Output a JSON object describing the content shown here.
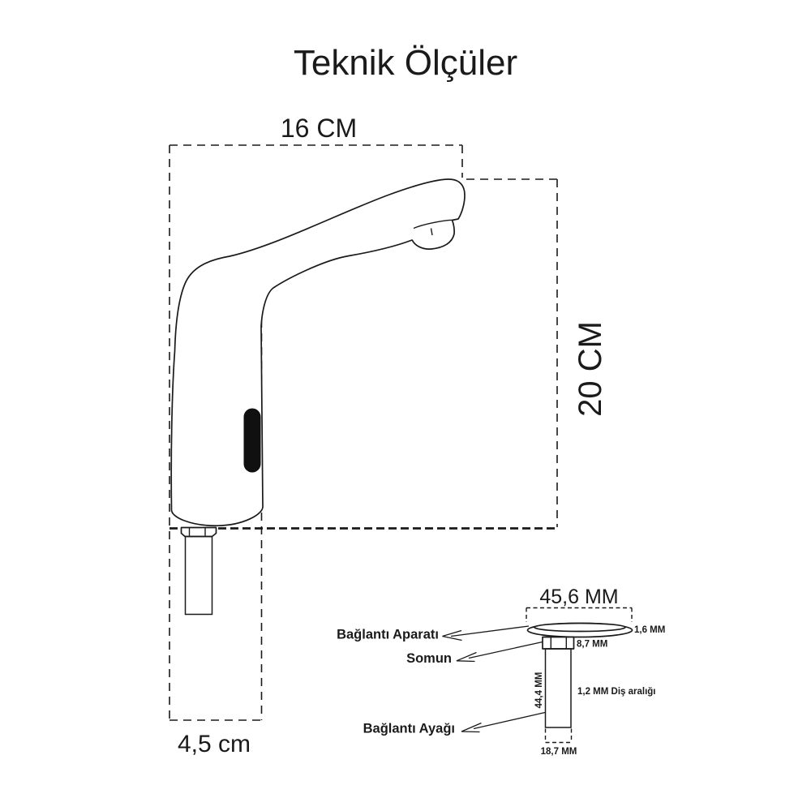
{
  "title": "Teknik Ölçüler",
  "colors": {
    "ink": "#1a1a1a",
    "background": "#ffffff",
    "sensor_window": "#101010"
  },
  "faucet_diagram": {
    "spout_width_label": "16 CM",
    "height_label": "20 CM",
    "base_width_label": "4,5 cm"
  },
  "mount_detail_diagram": {
    "plate_width_label": "45,6 MM",
    "plate_thickness_label": "1,6 MM",
    "nut_height_label": "8,7 MM",
    "thread_pitch_label": "1,2 MM Diş aralığı",
    "rod_length_label": "44,4 MM",
    "rod_width_label": "18,7 MM",
    "part_labels": {
      "plate": "Bağlantı Aparatı",
      "nut": "Somun",
      "foot": "Bağlantı Ayağı"
    }
  }
}
